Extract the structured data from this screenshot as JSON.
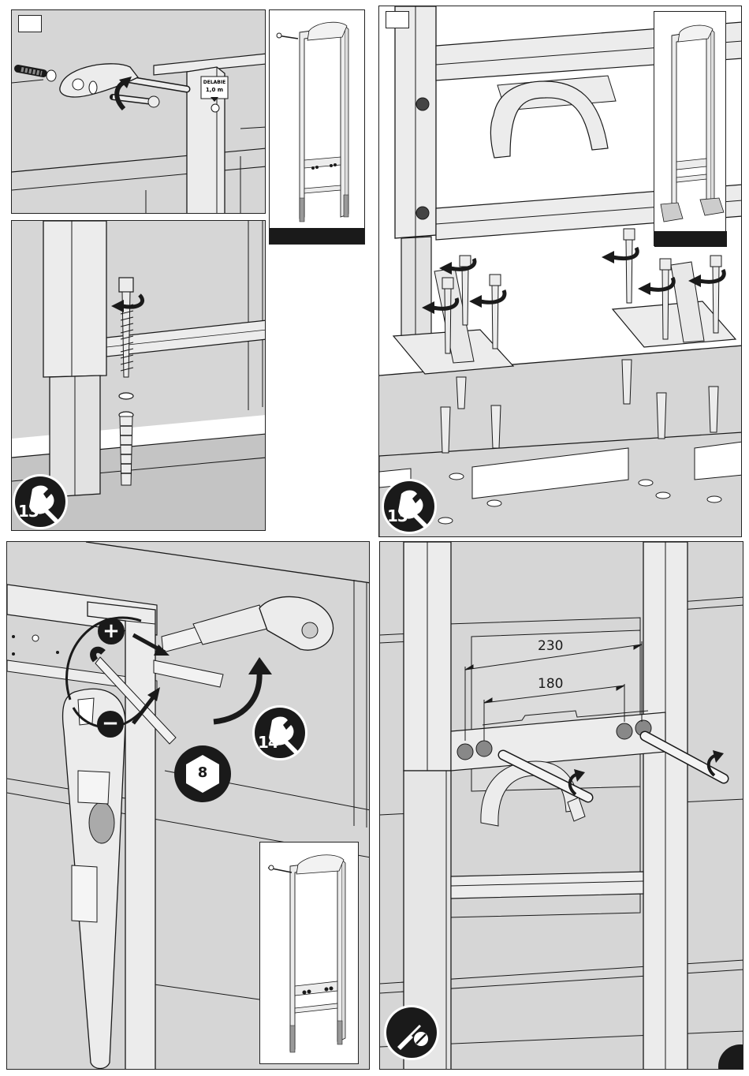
{
  "panels": {
    "p1": {
      "number": "",
      "label_plate_line1": "DELABIE",
      "label_plate_line2": "1,0 m"
    },
    "p2": {
      "tool_size": "13"
    },
    "p3": {
      "number": "",
      "tool_size": "13"
    },
    "p4": {
      "plus_sign": "+",
      "minus_sign": "−",
      "tool_size": "14",
      "hex_key_size": "8"
    },
    "p5": {
      "dimension_outer": "230",
      "dimension_inner": "180"
    }
  },
  "colors": {
    "wall": "#d6d6d6",
    "frame": "#ececec",
    "stroke": "#1a1a1a",
    "floor": "#c4c4c4",
    "badge": "#1a1a1a"
  },
  "icons": [
    "wrench-icon",
    "hex-key-icon",
    "screwdriver-icon",
    "rotate-arrow-icon",
    "frame-thumbnail-icon"
  ]
}
